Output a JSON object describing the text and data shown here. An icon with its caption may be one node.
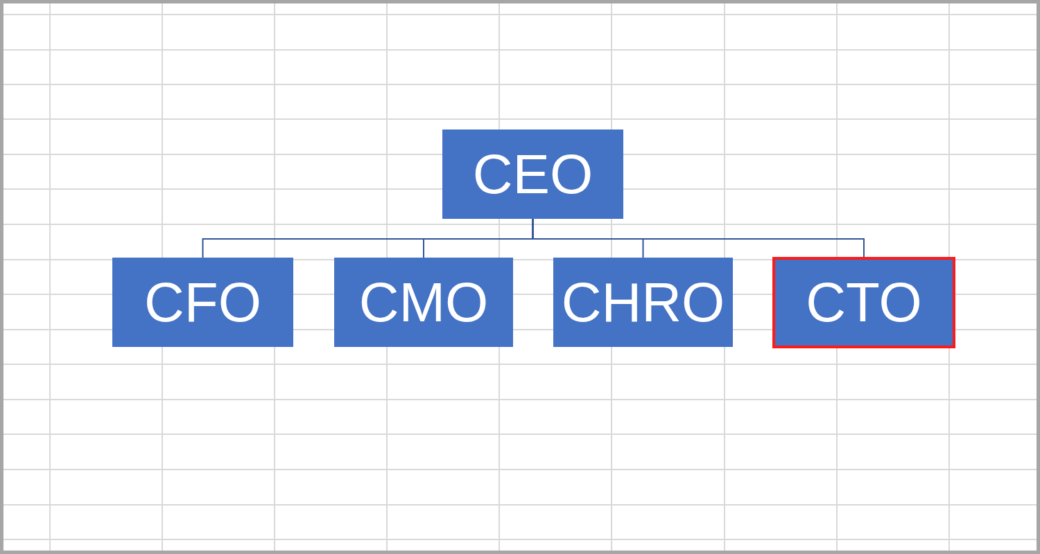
{
  "diagram": {
    "nodes": [
      {
        "text": [
          "CEO"
        ]
      },
      {
        "text": [
          "CFO"
        ]
      },
      {
        "text": [
          "CMO"
        ]
      },
      {
        "text": [
          "CHRO"
        ]
      },
      {
        "text": [
          "CTO"
        ]
      }
    ],
    "edges": [
      {
        "from": 0,
        "to": 1,
        "arrow": "none"
      },
      {
        "from": 0,
        "to": 2,
        "arrow": "none"
      },
      {
        "from": 0,
        "to": 3,
        "arrow": "none"
      },
      {
        "from": 0,
        "to": 4,
        "arrow": "none"
      }
    ]
  }
}
